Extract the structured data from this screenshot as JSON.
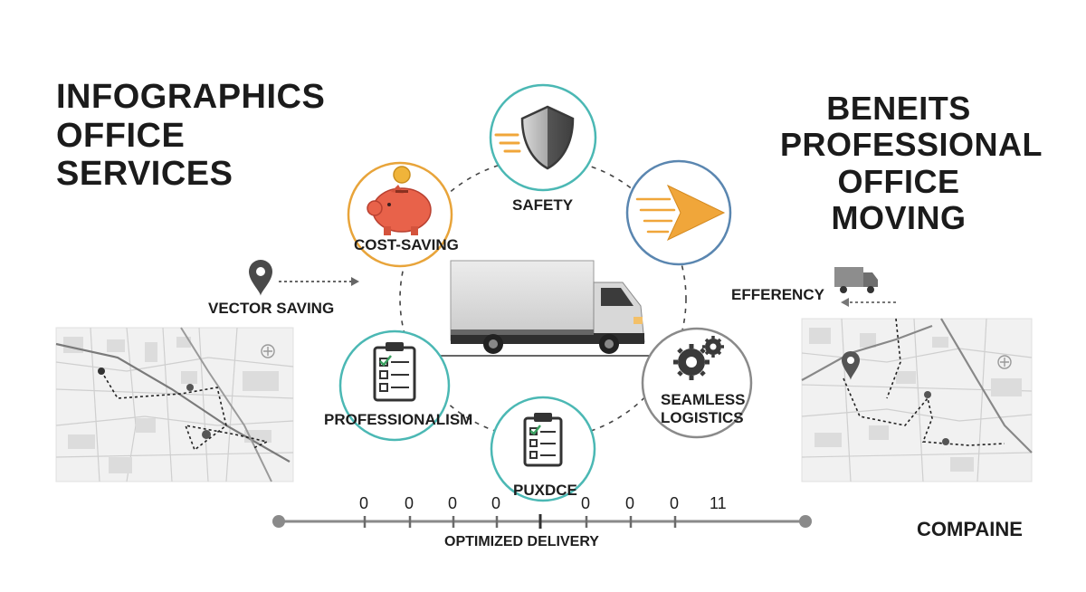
{
  "title_left": {
    "line1": "INFOGRAPHICS",
    "line2": "OFFICE",
    "line3": "SERVICES"
  },
  "title_right": {
    "line1": "BENEITS",
    "line2": "PROFESSIONAL",
    "line3": "OFFICE MOVING"
  },
  "nodes": {
    "safety": "SAFETY",
    "cost_saving": "COST-SAVING",
    "professionalism": "PROFESSIONALISM",
    "puxdce": "PUXDCE",
    "seamless_line1": "SEAMLESS",
    "seamless_line2": "LOGISTICS"
  },
  "side_labels": {
    "vector_saving": "VECTOR SAVING",
    "effeency": "EFFERENCY",
    "compaine": "COMPAINE"
  },
  "timeline": {
    "label": "OPTIMIZED DELIVERY",
    "marks": [
      "0",
      "0",
      "0",
      "0",
      "0",
      "0",
      "0",
      "11"
    ]
  },
  "icons": {
    "safety": "shield-icon",
    "cost_saving": "piggy-bank-icon",
    "speed": "arrow-icon",
    "professionalism": "clipboard-icon",
    "puxdce": "clipboard-icon",
    "seamless": "gears-icon",
    "location": "map-pin-icon",
    "truck": "truck-icon"
  },
  "colors": {
    "teal": "#4bb8b4",
    "orange": "#e8a43a",
    "blue": "#5a86b0",
    "gray": "#8a8a8a",
    "piggy": "#e8624a",
    "coin": "#f0b43a",
    "shield_dark": "#555555"
  }
}
